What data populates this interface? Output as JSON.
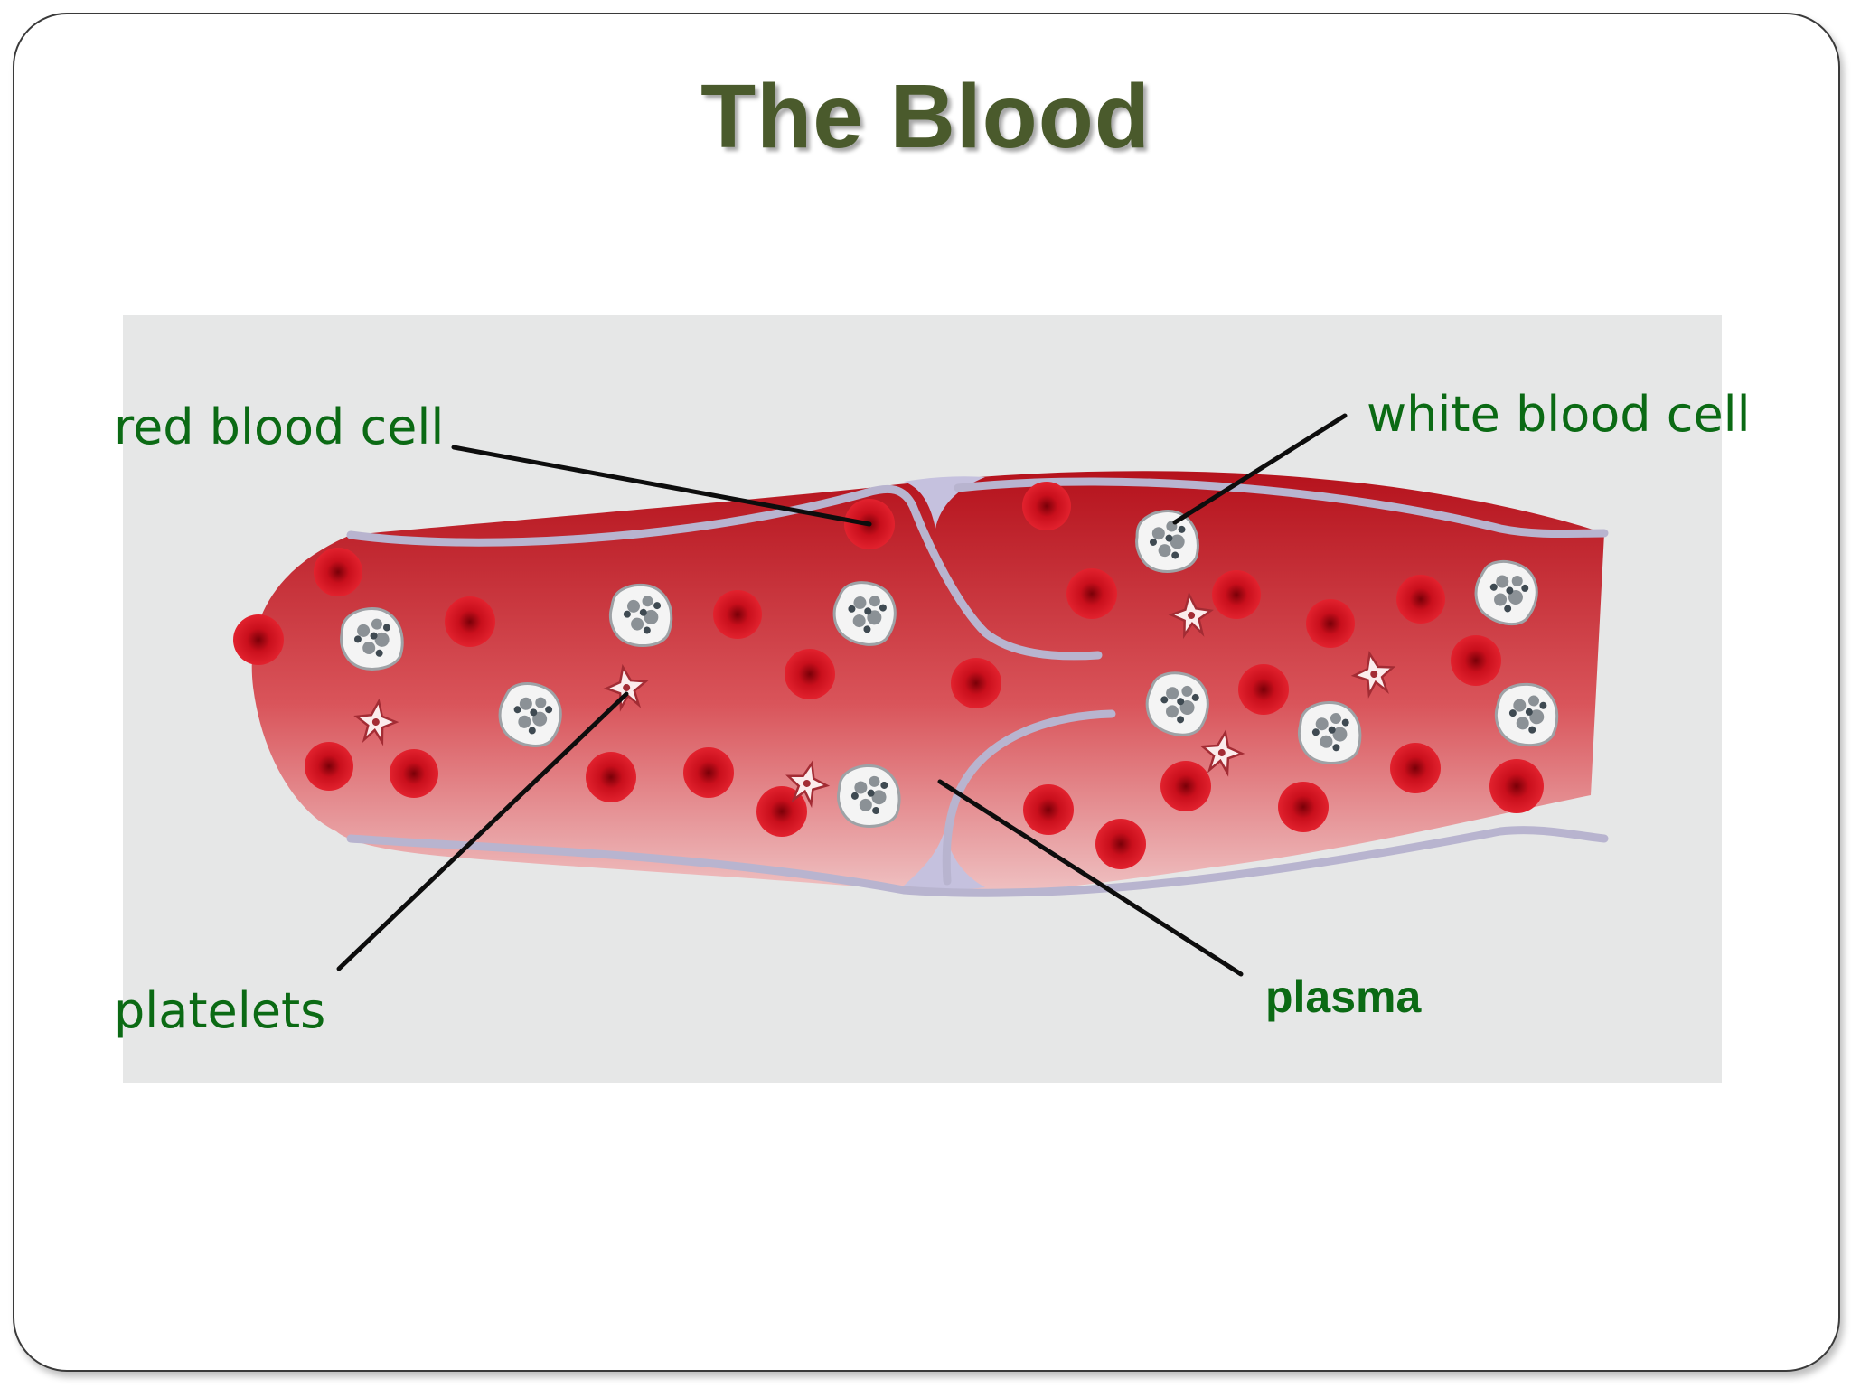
{
  "slide": {
    "title": "The Blood"
  },
  "diagram": {
    "labels": {
      "red_blood_cell": "red blood cell",
      "white_blood_cell": "white blood cell",
      "platelets": "platelets",
      "plasma": "plasma"
    },
    "colors": {
      "title": "#4a5a2c",
      "label_text": "#0b6a14",
      "panel_background": "#e6e7e7",
      "vessel_red": "#c3242c",
      "red_blood_cell": "#c0101b",
      "vessel_wall": "#b8b4cf"
    }
  }
}
